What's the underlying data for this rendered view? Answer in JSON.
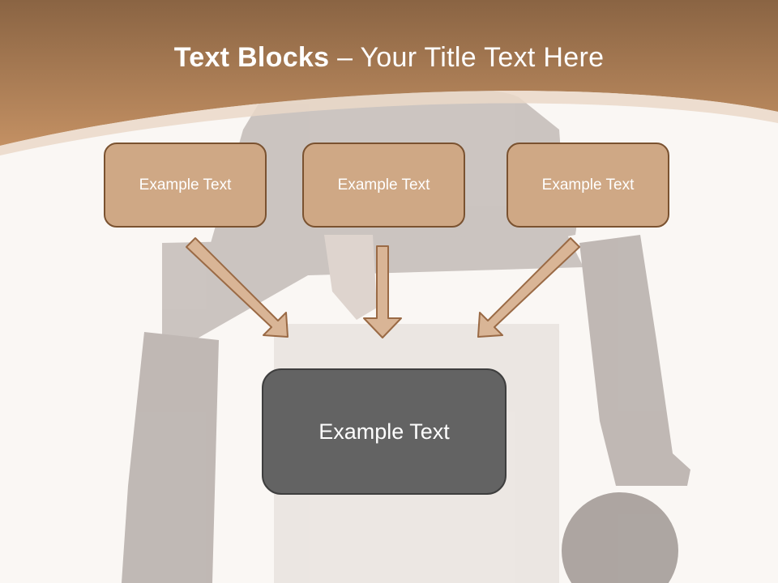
{
  "slide": {
    "title_bold": "Text Blocks",
    "title_separator": " – ",
    "title_rest": "Your Title Text Here"
  },
  "blocks": [
    {
      "label": "Example Text"
    },
    {
      "label": "Example Text"
    },
    {
      "label": "Example Text"
    }
  ],
  "main_block": {
    "label": "Example Text"
  },
  "colors": {
    "header_brown": "#b98659",
    "block_fill": "#cfa885",
    "block_border": "#7a5230",
    "main_fill": "#636363",
    "arrow_fill": "#d9b596",
    "arrow_stroke": "#9a6a45"
  }
}
